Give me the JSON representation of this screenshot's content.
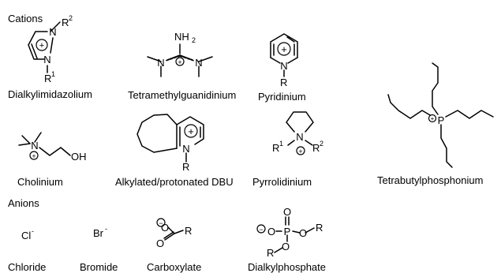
{
  "sections": {
    "cations": "Cations",
    "anions": "Anions"
  },
  "cations": [
    {
      "name": "Dialkylimidazolium",
      "atoms": [
        "N",
        "N",
        "R",
        "2",
        "R",
        "1"
      ]
    },
    {
      "name": "Tetramethylguanidinium",
      "atoms": [
        "NH",
        "2",
        "N",
        "N"
      ]
    },
    {
      "name": "Pyridinium",
      "atoms": [
        "N",
        "R"
      ]
    },
    {
      "name": "Tetrabutylphosphonium",
      "atoms": [
        "P"
      ]
    },
    {
      "name": "Cholinium",
      "atoms": [
        "N",
        "OH"
      ]
    },
    {
      "name": "Alkylated/protonated DBU",
      "atoms": [
        "N",
        "N",
        "R"
      ]
    },
    {
      "name": "Pyrrolidinium",
      "atoms": [
        "N",
        "R",
        "1",
        "R",
        "2"
      ]
    }
  ],
  "anions": [
    {
      "name": "Chloride",
      "formula": "Cl",
      "charge": "-"
    },
    {
      "name": "Bromide",
      "formula": "Br",
      "charge": "-"
    },
    {
      "name": "Carboxylate",
      "atoms": [
        "O",
        "O",
        "R"
      ]
    },
    {
      "name": "Dialkylphosphate",
      "atoms": [
        "O",
        "P",
        "O",
        "O",
        "R",
        "O",
        "R"
      ]
    }
  ],
  "symbols": {
    "plus": "+",
    "minus": "−"
  }
}
